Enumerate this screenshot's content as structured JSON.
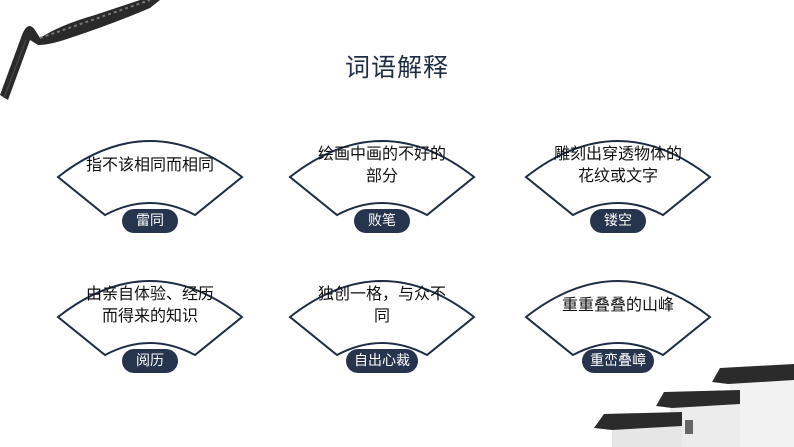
{
  "title": "词语解释",
  "cards": [
    {
      "description": "指不该相同而相同",
      "term": "雷同"
    },
    {
      "description": "绘画中画的不好的部分",
      "term": "败笔"
    },
    {
      "description": "雕刻出穿透物体的花纹或文字",
      "term": "镂空"
    },
    {
      "description": "由亲自体验、经历而得来的知识",
      "term": "阅历"
    },
    {
      "description": "独创一格，与众不同",
      "term": "自出心裁"
    },
    {
      "description": "重重叠叠的山峰",
      "term": "重峦叠嶂"
    }
  ],
  "colors": {
    "accent": "#26344d",
    "outline": "#1f2d44",
    "background": "#ffffff"
  }
}
